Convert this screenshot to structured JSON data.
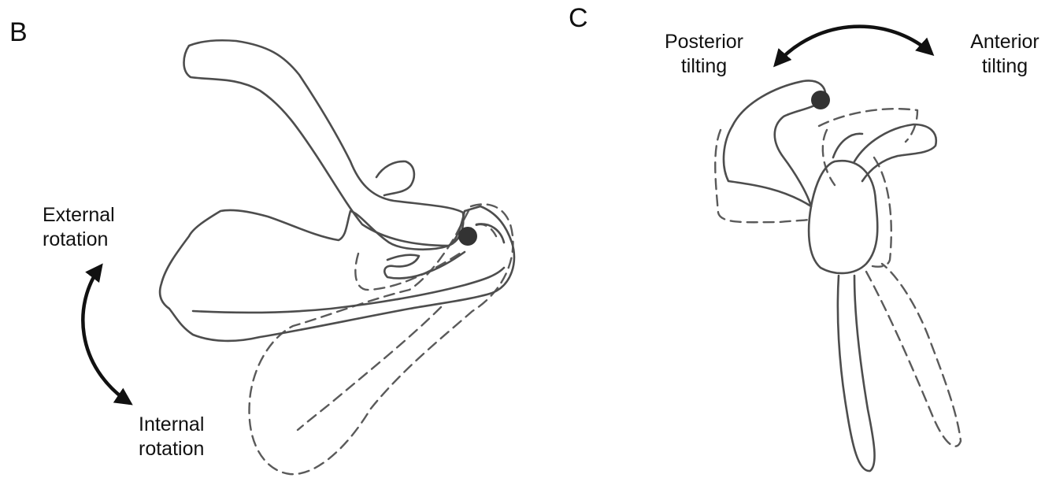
{
  "panels": {
    "b": {
      "letter": "B",
      "label_top": {
        "line1": "External",
        "line2": "rotation"
      },
      "label_bottom": {
        "line1": "Internal",
        "line2": "rotation"
      }
    },
    "c": {
      "letter": "C",
      "label_left": {
        "line1": "Posterior",
        "line2": "tilting"
      },
      "label_right": {
        "line1": "Anterior",
        "line2": "tilting"
      }
    }
  },
  "colors": {
    "outline": "#4d4d4d",
    "arrow": "#111111",
    "pivot_dot": "#333333"
  }
}
